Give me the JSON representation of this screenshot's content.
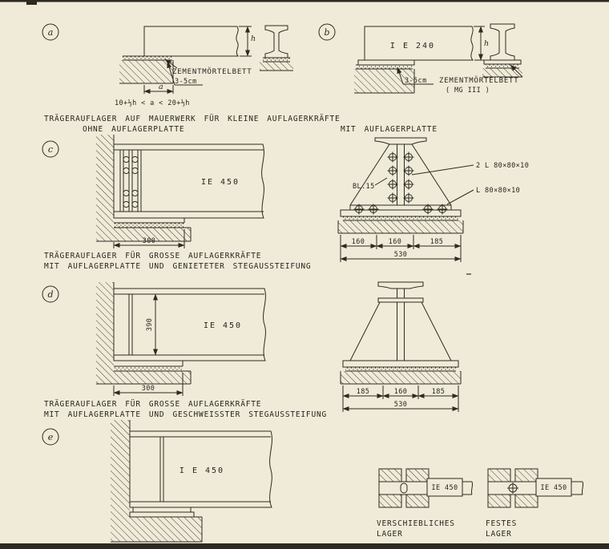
{
  "page": {
    "bg": "#f0ebd8",
    "ink": "#2c2a22"
  },
  "sections": {
    "a": {
      "badge": "a",
      "labels": {
        "zmb": "ZEMENTMÖRTELBETT",
        "thickness": "3-5cm",
        "dim_a": "a",
        "dim_h": "h",
        "formula": "10+⅓h < a < 20+⅓h"
      },
      "caption1": "TRÄGERAUFLAGER AUF MAUERWERK FÜR KLEINE AUFLAGERKRÄFTE",
      "caption2": "OHNE AUFLAGERPLATTE"
    },
    "b": {
      "badge": "b",
      "labels": {
        "beam": "I E 240",
        "dim_h": "h",
        "thickness": "3-5cm",
        "zmb": "ZEMENTMÖRTELBETT",
        "grade": "( MG III )"
      },
      "caption2": "MIT AUFLAGERPLATTE"
    },
    "c": {
      "badge": "c",
      "labels": {
        "beam": "IE 450",
        "dim300": "300",
        "angle_pair": "2 L 80×80×10",
        "plate": "BL.15",
        "angle": "L 80×80×10"
      },
      "dims": [
        "160",
        "160",
        "185"
      ],
      "total": "530",
      "caption1": "TRÄGERAUFLAGER FÜR GROSSE AUFLAGERKRÄFTE",
      "caption2": "MIT AUFLAGERPLATTE UND GENIETETER STEGAUSSTEIFUNG"
    },
    "d": {
      "badge": "d",
      "labels": {
        "beam": "IE 450",
        "dim390": "390",
        "dim300": "300"
      },
      "dims": [
        "185",
        "160",
        "185"
      ],
      "total": "530",
      "caption1": "TRÄGERAUFLAGER FÜR GROSSE AUFLAGERKRÄFTE",
      "caption2": "MIT AUFLAGERPLATTE UND GESCHWEISSTER STEGAUSSTEIFUNG"
    },
    "e": {
      "badge": "e",
      "labels": {
        "beam": "I E 450"
      },
      "details": [
        {
          "beam": "IE 450",
          "caption1": "VERSCHIEBLICHES",
          "caption2": "LAGER"
        },
        {
          "beam": "IE 450",
          "caption1": "FESTES",
          "caption2": "LAGER"
        }
      ]
    }
  }
}
